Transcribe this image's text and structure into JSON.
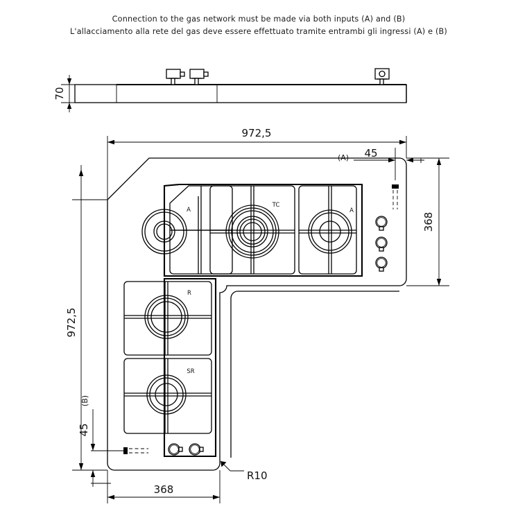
{
  "drawing": {
    "type": "technical-drawing",
    "subject": "gas-hob-corner-L-shape",
    "notes": {
      "line_en": "Connection to the gas network must be made via both inputs (A) and (B)",
      "line_it": "L'allacciamento alla rete del gas deve essere effettuato tramite entrambi gli ingressi (A) e (B)"
    },
    "dimensions": {
      "elevation_height": "70",
      "overall_width": "972,5",
      "overall_depth": "972,5",
      "arm_depth_right": "368",
      "arm_width_bottom": "368",
      "inlet_a_offset": "45",
      "inlet_b_offset": "45",
      "corner_radius": "R10"
    },
    "labels": {
      "inlet_a": "(A)",
      "inlet_b": "(B)",
      "radius_leader": "R10"
    },
    "burners": [
      {
        "id": "top-left",
        "label": "A",
        "type": "auxiliary"
      },
      {
        "id": "top-center",
        "label": "TC",
        "type": "triple-crown"
      },
      {
        "id": "top-right",
        "label": "A",
        "type": "auxiliary"
      },
      {
        "id": "left-middle",
        "label": "R",
        "type": "rapid"
      },
      {
        "id": "left-bottom",
        "label": "SR",
        "type": "semi-rapid"
      }
    ],
    "knobs": {
      "right_group_count": 3,
      "bottom_group_count": 2
    },
    "colors": {
      "line": "#000000",
      "background": "#ffffff",
      "text": "#111111"
    }
  }
}
